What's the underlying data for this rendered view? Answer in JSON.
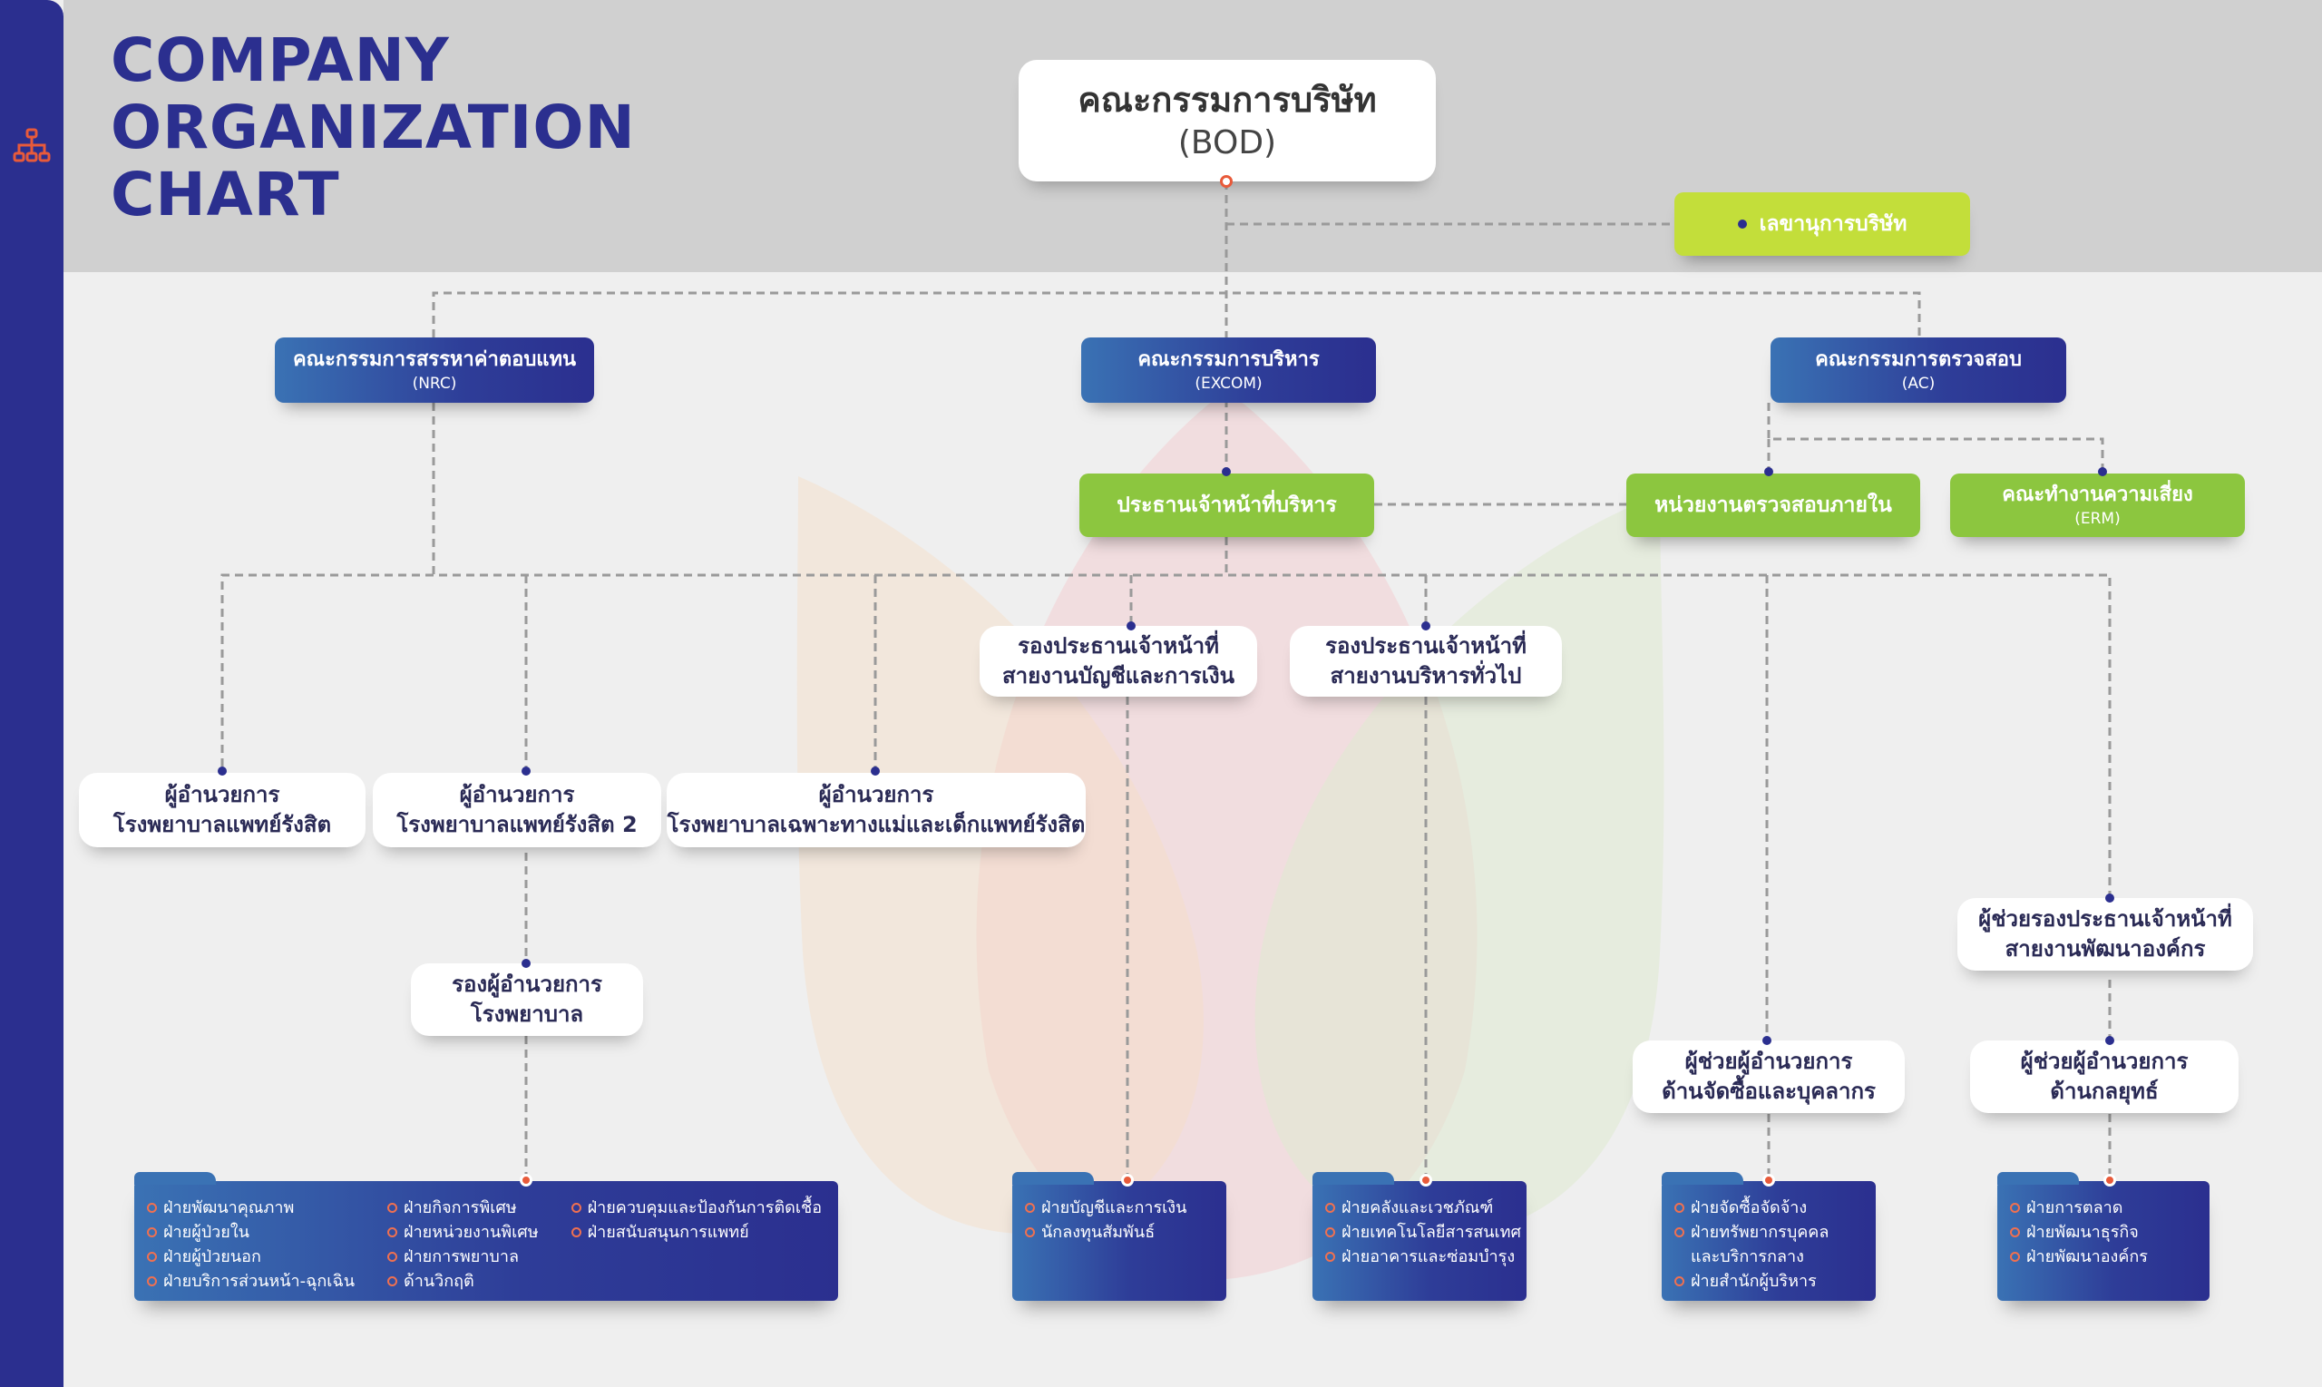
{
  "sidebar": {
    "icon": "org-chart-icon"
  },
  "title": {
    "line1": "COMPANY",
    "line2": "ORGANIZATION",
    "line3": "CHART"
  },
  "bod": {
    "name": "คณะกรรมการบริษัท",
    "abbr": "(BOD)"
  },
  "secretary": {
    "label": "เลขานุการบริษัท"
  },
  "committees": {
    "nrc": {
      "name": "คณะกรรมการสรรหาค่าตอบแทน",
      "abbr": "(NRC)"
    },
    "excom": {
      "name": "คณะกรรมการบริหาร",
      "abbr": "(EXCOM)"
    },
    "ac": {
      "name": "คณะกรรมการตรวจสอบ",
      "abbr": "(AC)"
    }
  },
  "ceo": {
    "label": "ประธานเจ้าหน้าที่บริหาร"
  },
  "internal_audit": {
    "label": "หน่วยงานตรวจสอบภายใน"
  },
  "erm": {
    "name": "คณะทำงานความเสี่ยง",
    "abbr": "(ERM)"
  },
  "vp_finance": {
    "line1": "รองประธานเจ้าหน้าที่",
    "line2": "สายงานบัญชีและการเงิน"
  },
  "vp_admin": {
    "line1": "รองประธานเจ้าหน้าที่",
    "line2": "สายงานบริหารทั่วไป"
  },
  "director1": {
    "line1": "ผู้อำนวยการ",
    "line2": "โรงพยาบาลแพทย์รังสิต"
  },
  "director2": {
    "line1": "ผู้อำนวยการ",
    "line2": "โรงพยาบาลแพทย์รังสิต 2"
  },
  "director3": {
    "line1": "ผู้อำนวยการ",
    "line2": "โรงพยาบาลเฉพาะทางแม่และเด็กแพทย์รังสิต"
  },
  "deputy_director": {
    "line1": "รองผู้อำนวยการ",
    "line2": "โรงพยาบาล"
  },
  "asst_vp_dev": {
    "line1": "ผู้ช่วยรองประธานเจ้าหน้าที่",
    "line2": "สายงานพัฒนาองค์กร"
  },
  "asst_dir_procure": {
    "line1": "ผู้ช่วยผู้อำนวยการ",
    "line2": "ด้านจัดซื้อและบุคลากร"
  },
  "asst_dir_strategy": {
    "line1": "ผู้ช่วยผู้อำนวยการ",
    "line2": "ด้านกลยุทธ์"
  },
  "dept_hospital": {
    "col1": [
      "ฝ่ายพัฒนาคุณภาพ",
      "ฝ่ายผู้ป่วยใน",
      "ฝ่ายผู้ป่วยนอก",
      "ฝ่ายบริการส่วนหน้า-ฉุกเฉิน"
    ],
    "col2": [
      "ฝ่ายกิจการพิเศษ",
      "ฝ่ายหน่วยงานพิเศษ",
      "ฝ่ายการพยาบาล",
      "ด้านวิกฤติ"
    ],
    "col3": [
      "ฝ่ายควบคุมและป้องกันการติดเชื้อ",
      "ฝ่ายสนับสนุนการแพทย์"
    ]
  },
  "dept_finance": [
    "ฝ่ายบัญชีและการเงิน",
    "นักลงทุนสัมพันธ์"
  ],
  "dept_admin": [
    "ฝ่ายคลังและเวชภัณฑ์",
    "ฝ่ายเทคโนโลยีสารสนเทศ",
    "ฝ่ายอาคารและซ่อมบำรุง"
  ],
  "dept_procure": [
    "ฝ่ายจัดซื้อจัดจ้าง",
    "ฝ่ายทรัพยากรบุคคล",
    "และบริการกลาง",
    "ฝ่ายสำนักผู้บริหาร"
  ],
  "dept_strategy": [
    "ฝ่ายการตลาด",
    "ฝ่ายพัฒนาธุรกิจ",
    "ฝ่ายพัฒนาองค์กร"
  ],
  "colors": {
    "navy": "#2b2f8f",
    "green": "#8cc63f",
    "lime": "#c3de3a",
    "accent": "#e85a3a"
  }
}
